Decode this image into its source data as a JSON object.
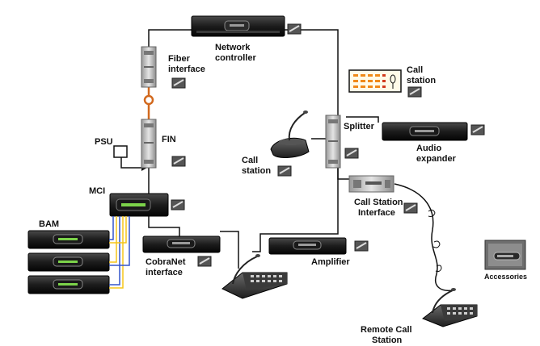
{
  "labels": {
    "network_controller": [
      "Network",
      "controller"
    ],
    "fiber_interface": [
      "Fiber",
      "interface"
    ],
    "fin": "FIN",
    "psu": "PSU",
    "mci": "MCI",
    "bam": "BAM",
    "cobranet_interface": [
      "CobraNet",
      "interface"
    ],
    "amplifier": "Amplifier",
    "splitter": "Splitter",
    "call_station_top": [
      "Call",
      "station"
    ],
    "call_station_mid": [
      "Call",
      "station"
    ],
    "audio_expander": [
      "Audio",
      "expander"
    ],
    "call_station_interface": [
      "Call Station",
      "Interface"
    ],
    "remote_call_station": [
      "Remote Call",
      "Station"
    ],
    "accessories": "Accessories"
  },
  "colors": {
    "wire": "#111111",
    "fiber": "#d2691e",
    "device_dark": "#1a1a1a",
    "device_silver": "#cfcfcf",
    "display_green": "#7cd34a",
    "keypad_orange": "#f08a18",
    "bus_yellow": "#f5c518",
    "bus_blue": "#3355cc"
  },
  "icons": [
    "rack-unit-icon",
    "module-icon",
    "desk-microphone-icon",
    "keypad-panel-icon",
    "cable-icon",
    "accessory-icon"
  ]
}
